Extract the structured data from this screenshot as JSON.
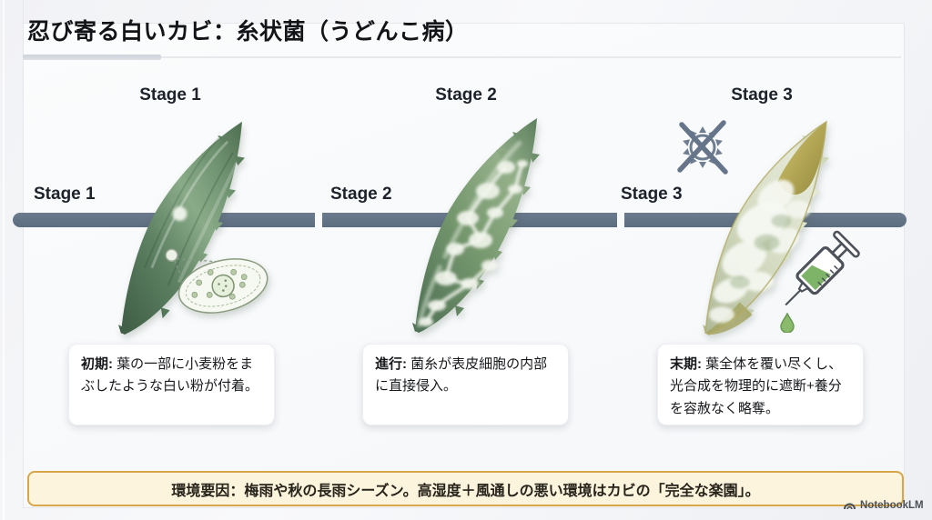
{
  "title": "忍び寄る白いカビ：糸状菌（うどんこ病）",
  "stages": [
    {
      "label": "Stage 1",
      "timeline_label": "Stage 1",
      "lead": "初期:",
      "description": " 葉の一部に小麦粉をまぶしたような白い粉が付着。"
    },
    {
      "label": "Stage 2",
      "timeline_label": "Stage 2",
      "lead": "進行:",
      "description": " 菌糸が表皮細胞の内部に直接侵入。"
    },
    {
      "label": "Stage 3",
      "timeline_label": "Stage 3",
      "lead": "末期:",
      "description": " 葉全体を覆い尽くし、光合成を物理的に遮断+養分を容赦なく略奪。"
    }
  ],
  "banner": {
    "text": "環境要因：梅雨や秋の長雨シーズン。高湿度＋風通しの悪い環境はカビの「完全な楽園」。"
  },
  "watermark": {
    "label": "NotebookLM"
  },
  "icons": {
    "sun_blocked": "sun-blocked-icon",
    "syringe": "syringe-icon",
    "droplet": "droplet-icon",
    "cell_inset": "leaf-cell-inset",
    "logo": "notebooklm-logo-icon"
  },
  "colors": {
    "timeline": "#64748b",
    "banner_bg": "#fdf4dd",
    "banner_border": "#d7a64b",
    "leaf_green_dark": "#3e5c44",
    "leaf_green_light": "#8aab88",
    "leaf_pale": "#cdd6bd",
    "leaf_olive_tip": "#968a38",
    "mold_white": "#f3f6ee",
    "icon_slate": "#6e7d8f",
    "syringe_green": "#7db468"
  }
}
